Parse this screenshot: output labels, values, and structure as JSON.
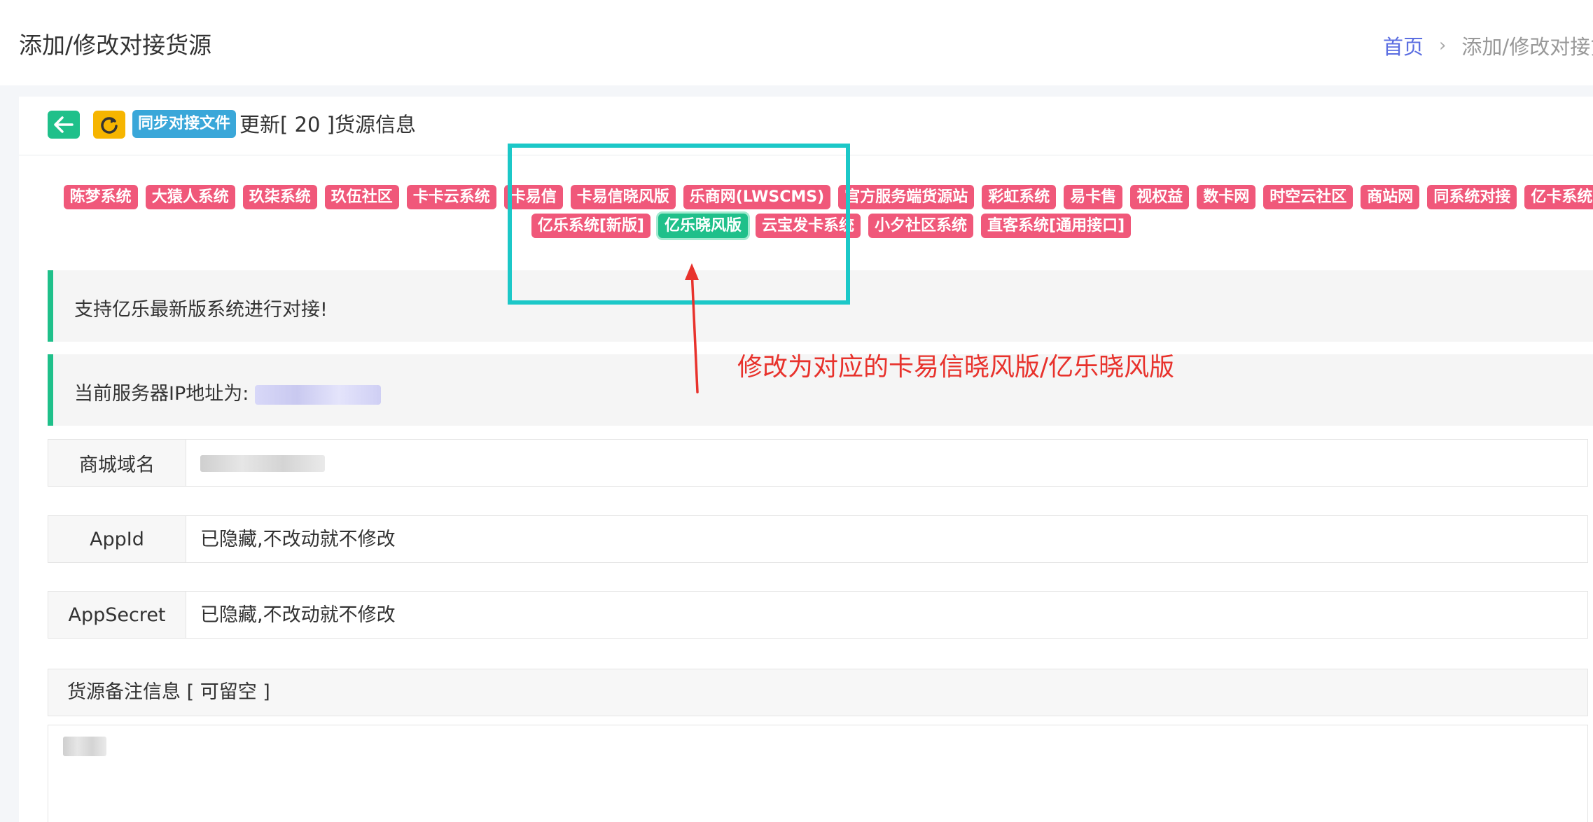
{
  "header": {
    "title": "添加/修改对接货源",
    "breadcrumb": {
      "home": "首页",
      "separator": "›",
      "current": "添加/修改对接货"
    }
  },
  "card": {
    "sync_button": "同步对接文件",
    "title": "更新[ 20 ]货源信息",
    "icons": {
      "back": "arrow-left-icon",
      "refresh": "refresh-icon"
    }
  },
  "tags": {
    "row1": [
      "陈梦系统",
      "大猿人系统",
      "玖柒系统",
      "玖伍社区",
      "卡卡云系统",
      "卡易信",
      "卡易信晓风版",
      "乐商网(LWSCMS)",
      "官方服务端货源站",
      "彩虹系统",
      "易卡售",
      "视权益",
      "数卡网",
      "时空云社区",
      "商站网",
      "同系统对接",
      "亿卡系统"
    ],
    "row2": [
      "亿乐系统[新版]",
      "亿乐晓风版",
      "云宝发卡系统",
      "小夕社区系统",
      "直客系统[通用接口]"
    ],
    "active": "亿乐晓风版"
  },
  "annotation": {
    "text": "修改为对应的卡易信晓风版/亿乐晓风版"
  },
  "callouts": {
    "support": "支持亿乐最新版系统进行对接!",
    "server_ip_label": "当前服务器IP地址为: "
  },
  "form": {
    "domain": {
      "label": "商城域名",
      "value": ""
    },
    "appid": {
      "label": "AppId",
      "placeholder": "已隐藏,不改动就不修改"
    },
    "appsecret": {
      "label": "AppSecret",
      "placeholder": "已隐藏,不改动就不修改"
    },
    "remark": {
      "label": "货源备注信息 [ 可留空 ]"
    }
  },
  "colors": {
    "tag": "#f0587a",
    "active_tag": "#1fc08a",
    "accent_green": "#1fc08a",
    "highlight": "#1cc8c8",
    "annotation_red": "#e8322c",
    "link_blue": "#5b6ee1"
  }
}
